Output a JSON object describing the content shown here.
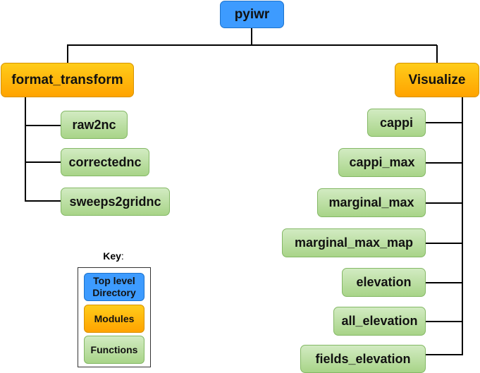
{
  "root": {
    "label": "pyiwr"
  },
  "modules": [
    {
      "label": "format_transform",
      "functions": [
        "raw2nc",
        "correctednc",
        "sweeps2gridnc"
      ]
    },
    {
      "label": "Visualize",
      "functions": [
        "cappi",
        "cappi_max",
        "marginal_max",
        "marginal_max_map",
        "elevation",
        "all_elevation",
        "fields_elevation"
      ]
    }
  ],
  "key": {
    "title": "Key",
    "suffix": ":",
    "items": [
      {
        "label": "Top level Directory",
        "kind": "top"
      },
      {
        "label": "Modules",
        "kind": "module"
      },
      {
        "label": "Functions",
        "kind": "func"
      }
    ]
  },
  "colors": {
    "top_level": "#3d9bff",
    "modules": "#ffb400",
    "functions": "#b9e0a5",
    "connector": "#000000"
  }
}
